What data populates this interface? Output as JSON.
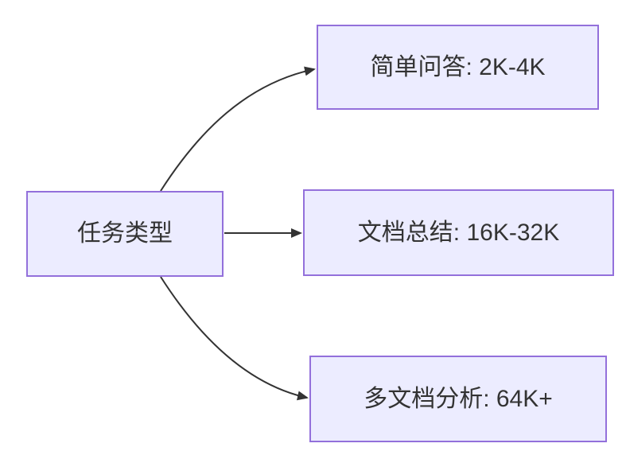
{
  "diagram": {
    "type": "flowchart-left-to-right",
    "colors": {
      "background": "#ffffff",
      "node_fill": "#ececff",
      "node_border": "#9370db",
      "edge": "#333333",
      "text": "#333333"
    },
    "nodes": [
      {
        "id": "root",
        "label": "任务类型"
      },
      {
        "id": "qa",
        "label": "简单问答: 2K-4K"
      },
      {
        "id": "summary",
        "label": "文档总结: 16K-32K"
      },
      {
        "id": "multidoc",
        "label": "多文档分析: 64K+"
      }
    ],
    "edges": [
      {
        "from": "root",
        "to": "qa"
      },
      {
        "from": "root",
        "to": "summary"
      },
      {
        "from": "root",
        "to": "multidoc"
      }
    ]
  }
}
